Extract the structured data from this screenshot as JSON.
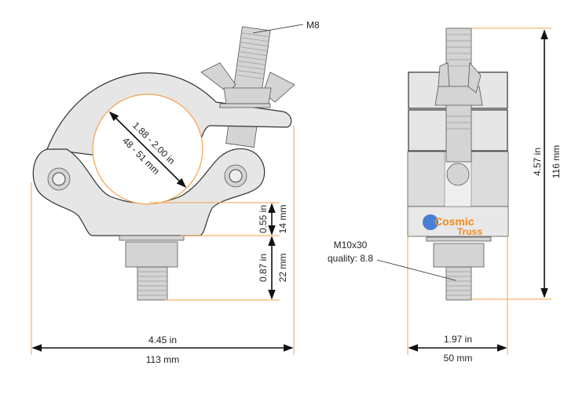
{
  "diagram": {
    "title": "Half coupler clamp dimensions",
    "colors": {
      "dimension_line": "#f5a04a",
      "part": "#e6e6e6",
      "outline": "#333333",
      "logo_blue": "#2a5fbf",
      "logo_orange": "#f08a1c"
    },
    "side_view": {
      "bolt_label": "M8",
      "tube_range_in": "1.88 - 2.00 in",
      "tube_range_mm": "48 - 51 mm",
      "jaw_height_in": "0.55 in",
      "jaw_height_mm": "14 mm",
      "bolt_height_in": "0.87 in",
      "bolt_height_mm": "22 mm",
      "width_in": "4.45 in",
      "width_mm": "113 mm"
    },
    "front_view": {
      "height_in": "4.57 in",
      "height_mm": "116 mm",
      "width_in": "1.97 in",
      "width_mm": "50 mm",
      "bolt_spec": "M10x30",
      "bolt_quality": "quality: 8.8",
      "logo_line1": "Cosmic",
      "logo_line2": "Truss"
    }
  }
}
